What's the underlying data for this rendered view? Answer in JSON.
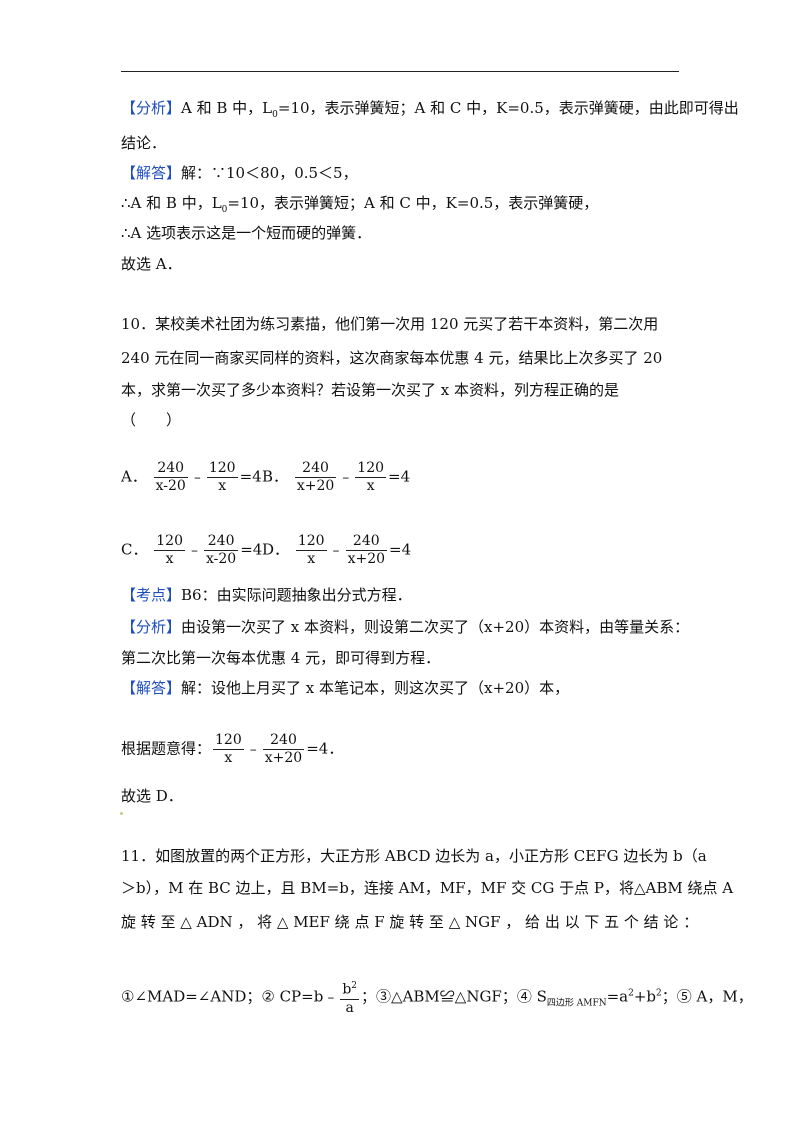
{
  "q9": {
    "analysis_tag": "【分析】",
    "analysis_text": "A 和 B 中，L",
    "analysis_sub": "0",
    "analysis_text2": "=10，表示弹簧短；A 和 C 中，K=0.5，表示弹簧硬，由此即可得出",
    "analysis_line2": "结论．",
    "answer_tag": "【解答】",
    "answer_text": "解：∵10＜80，0.5＜5，",
    "line3a": "∴A 和 B 中，L",
    "line3sub": "0",
    "line3b": "=10，表示弹簧短；A 和 C 中，K=0.5，表示弹簧硬，",
    "line4": "∴A 选项表示这是一个短而硬的弹簧．",
    "line5": "故选 A．"
  },
  "q10": {
    "stem1": "10．某校美术社团为练习素描，他们第一次用 120 元买了若干本资料，第二次用",
    "stem2": "240 元在同一商家买同样的资料，这次商家每本优惠 4 元，结果比上次多买了 20",
    "stem3": "本，求第一次买了多少本资料？若设第一次买了 x 本资料，列方程正确的是",
    "stem4": "（　　）",
    "optA_label": "A．",
    "optA_n1": "240",
    "optA_d1": "x-20",
    "optA_n2": "120",
    "optA_d2": "x",
    "optA_rhs": "=4",
    "optB_label": "B．",
    "optB_n1": "240",
    "optB_d1": "x+20",
    "optB_n2": "120",
    "optB_d2": "x",
    "optB_rhs": "=4",
    "optC_label": "C．",
    "optC_n1": "120",
    "optC_d1": "x",
    "optC_n2": "240",
    "optC_d2": "x-20",
    "optC_rhs": "=4",
    "optD_label": "D．",
    "optD_n1": "120",
    "optD_d1": "x",
    "optD_n2": "240",
    "optD_d2": "x+20",
    "optD_rhs": "=4",
    "minus": "﹣",
    "point_tag": "【考点】",
    "point_text": "B6：由实际问题抽象出分式方程．",
    "analysis_tag": "【分析】",
    "analysis_text": "由设第一次买了 x 本资料，则设第二次买了（x+20）本资料，由等量关系：",
    "analysis_line2": "第二次比第一次每本优惠 4 元，即可得到方程．",
    "answer_tag": "【解答】",
    "answer_text": "解：设他上月买了 x 本笔记本，则这次买了（x+20）本，",
    "eq_prefix": "根据题意得：",
    "eq_n1": "120",
    "eq_d1": "x",
    "eq_n2": "240",
    "eq_d2": "x+20",
    "eq_rhs": "=4．",
    "choose": "故选 D．"
  },
  "q11": {
    "stem1": "11．如图放置的两个正方形，大正方形 ABCD 边长为 a，小正方形 CEFG 边长为 b（a",
    "stem2": "＞b），M 在 BC 边上，且 BM=b，连接 AM，MF，MF 交 CG 于点 P，将△ABM 绕点 A",
    "stem3": "旋 转 至 △ ADN ， 将 △ MEF 绕 点 F 旋 转 至 △ NGF ， 给 出 以 下 五 个 结 论 ：",
    "c1": "①∠MAD=∠AND；② CP=b",
    "c2_num": "b",
    "c2_sup": "2",
    "c2_den": "a",
    "c3": "；③△ABM≌△NGF；④ S",
    "c3_sub": "四边形 AMFN",
    "c4": "=a",
    "c4_sup": "2",
    "c5": "+b",
    "c5_sup": "2",
    "c6": "；⑤ A，M，"
  }
}
